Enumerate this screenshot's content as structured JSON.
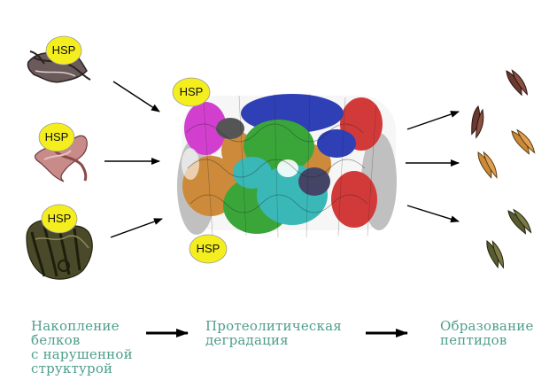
{
  "labels": {
    "hsp_1": "HSP",
    "hsp_2": "HSP",
    "hsp_3": "HSP",
    "hsp_4": "HSP",
    "hsp_5": "HSP"
  },
  "captions": {
    "step_1": "Накопление\nбелков\nс нарушенной\nструктурой",
    "step_2": "Протеолитическая\nдеградация",
    "step_3": "Образование\nпептидов"
  },
  "colors": {
    "hsp_fill": "#f5ee1f",
    "caption": "#4f9e8b",
    "arrow": "#000000",
    "protein_dark": "#3c3434",
    "protein_pink": "#c98a8a",
    "protein_olive": "#4a4a2a",
    "peptide_brown": "#6a3a30",
    "peptide_orange": "#c98a3a",
    "peptide_olive": "#5a5a30",
    "proteasome": [
      "#2f3fb5",
      "#d23fcf",
      "#ffffff",
      "#cc8a3a",
      "#3aa63a",
      "#3ab8b8",
      "#d23a3a",
      "#c0c0c0",
      "#222244"
    ]
  }
}
